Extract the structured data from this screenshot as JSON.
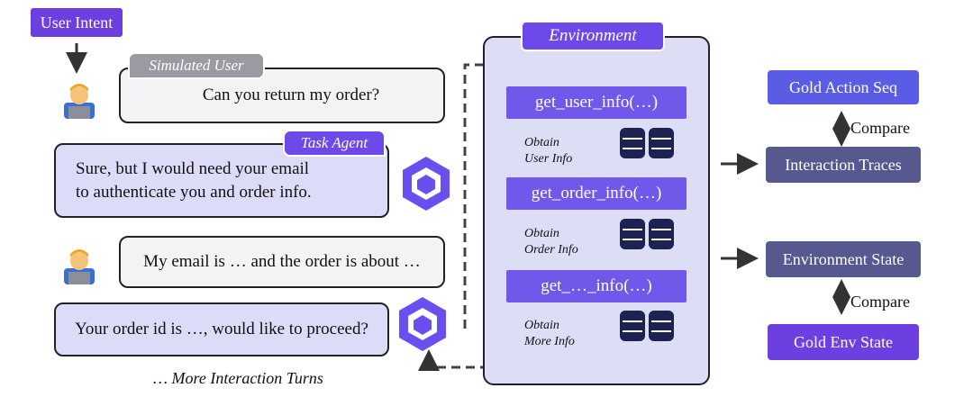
{
  "user_intent": "User Intent",
  "simulated_user_label": "Simulated User",
  "task_agent_label": "Task Agent",
  "messages": [
    {
      "text": "Can you return my order?"
    },
    {
      "line1": "Sure, but I would need your email",
      "line2": "to authenticate you and order info."
    },
    {
      "text": "My email is … and the order is about …"
    },
    {
      "text": "Your order id is …, would like to proceed?"
    }
  ],
  "more_turns": "… More Interaction Turns",
  "environment": {
    "title": "Environment",
    "functions": [
      "get_user_info(…)",
      "get_order_info(…)",
      "get_…_info(…)"
    ],
    "obtain": [
      {
        "line1": "Obtain",
        "line2": "User Info"
      },
      {
        "line1": "Obtain",
        "line2": "Order Info"
      },
      {
        "line1": "Obtain",
        "line2": "More Info"
      }
    ]
  },
  "right": {
    "gold_action": "Gold Action Seq",
    "compare1": "Compare",
    "traces": "Interaction Traces",
    "env_state": "Environment State",
    "compare2": "Compare",
    "gold_env": "Gold Env State"
  },
  "colors": {
    "user_intent": "#6b3fe0",
    "env_bg": "#ddddf6",
    "func": "#6f58ea",
    "gold": "#5b5ce6",
    "slate": "#56598f",
    "agent_bubble": "#dcdcf8"
  }
}
